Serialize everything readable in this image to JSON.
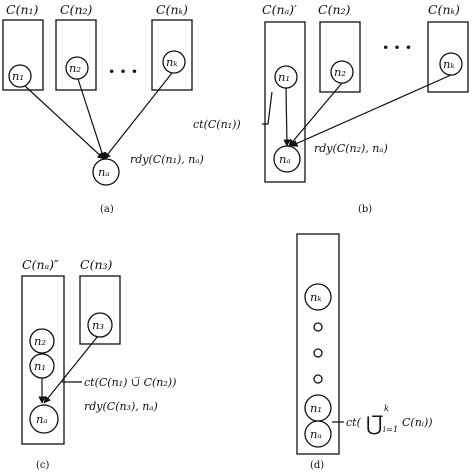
{
  "panel_a": {
    "caption": "(a)",
    "box_labels": [
      "C(n₁)",
      "C(n₂)",
      "C(nₖ)"
    ],
    "nodes": [
      "n₁",
      "n₂",
      "nₖ"
    ],
    "ellipsis": "• • •",
    "target_node": "nₐ",
    "annotation": "rdy(C(n₁), nₐ)"
  },
  "panel_b": {
    "caption": "(b)",
    "box_labels": [
      "C(nₐ)′",
      "C(n₂)",
      "C(nₖ)"
    ],
    "nodes": [
      "n₁",
      "n₂",
      "nₖ"
    ],
    "ellipsis": "• • •",
    "target_node": "nₐ",
    "annotation_left": "ct(C(n₁))",
    "annotation_right": "rdy(C(n₂), nₐ)"
  },
  "panel_c": {
    "caption": "(c)",
    "box_labels": [
      "C(nₐ)″",
      "C(n₃)"
    ],
    "nodes": [
      "n₂",
      "n₁",
      "n₃"
    ],
    "target_node": "nₐ",
    "annotation_ct": "ct(C(n₁) ∪̅ C(n₂))",
    "annotation_rdy": "rdy(C(n₃), nₐ)"
  },
  "panel_d": {
    "caption": "(d)",
    "nodes": [
      "nₖ",
      "n₁",
      "nₐ"
    ],
    "annotation_prefix": "ct(",
    "union_symbol": "⋃̅",
    "union_upper": "k",
    "union_lower": "i=1",
    "annotation_suffix": "C(nᵢ))"
  }
}
